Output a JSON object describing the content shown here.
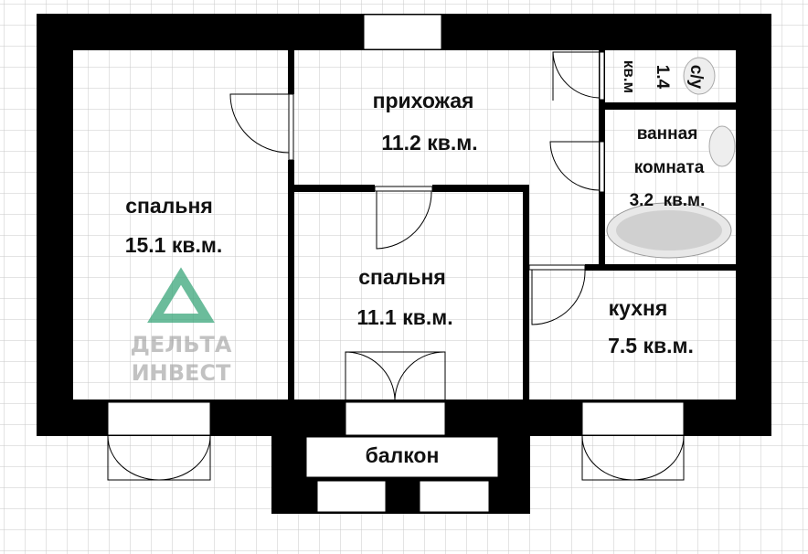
{
  "rooms": {
    "hallway": {
      "name": "прихожая",
      "area": "11.2 кв.м."
    },
    "bedroom_left": {
      "name": "спальня",
      "area": "15.1 кв.м."
    },
    "bedroom_center": {
      "name": "спальня",
      "area": "11.1 кв.м."
    },
    "kitchen": {
      "name": "кухня",
      "area": "7.5 кв.м."
    },
    "bathroom": {
      "name_line1": "ванная",
      "name_line2": "комната",
      "area": "3.2  кв.м."
    },
    "toilet": {
      "name": "с/у",
      "area_value": "1.4",
      "area_unit": "кв.м"
    },
    "balcony": {
      "name": "балкон"
    }
  },
  "watermark": {
    "line1": "ДЕЛЬТА",
    "line2": "ИНВЕСТ",
    "logo_color": "#3aa57a"
  },
  "colors": {
    "wall": "#000000",
    "grid": "#c8c8c8"
  }
}
